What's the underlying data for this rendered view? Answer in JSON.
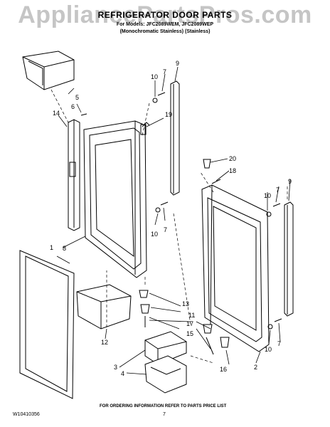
{
  "watermark": "AppliancePartsPros.com",
  "title": "REFRIGERATOR DOOR PARTS",
  "models_line": "For Models: JFC2089WEM, JFC2089WEP",
  "finish_line": "(Monochromatic Stainless) (Stainless)",
  "callouts": [
    "1",
    "2",
    "3",
    "4",
    "5",
    "6",
    "7",
    "8",
    "9",
    "10",
    "11",
    "12",
    "13",
    "14",
    "15",
    "16",
    "17",
    "18",
    "19",
    "20"
  ],
  "footer": {
    "order_info": "FOR ORDERING INFORMATION REFER TO PARTS PRICE LIST",
    "doc_code": "W10410356",
    "page": "7"
  }
}
